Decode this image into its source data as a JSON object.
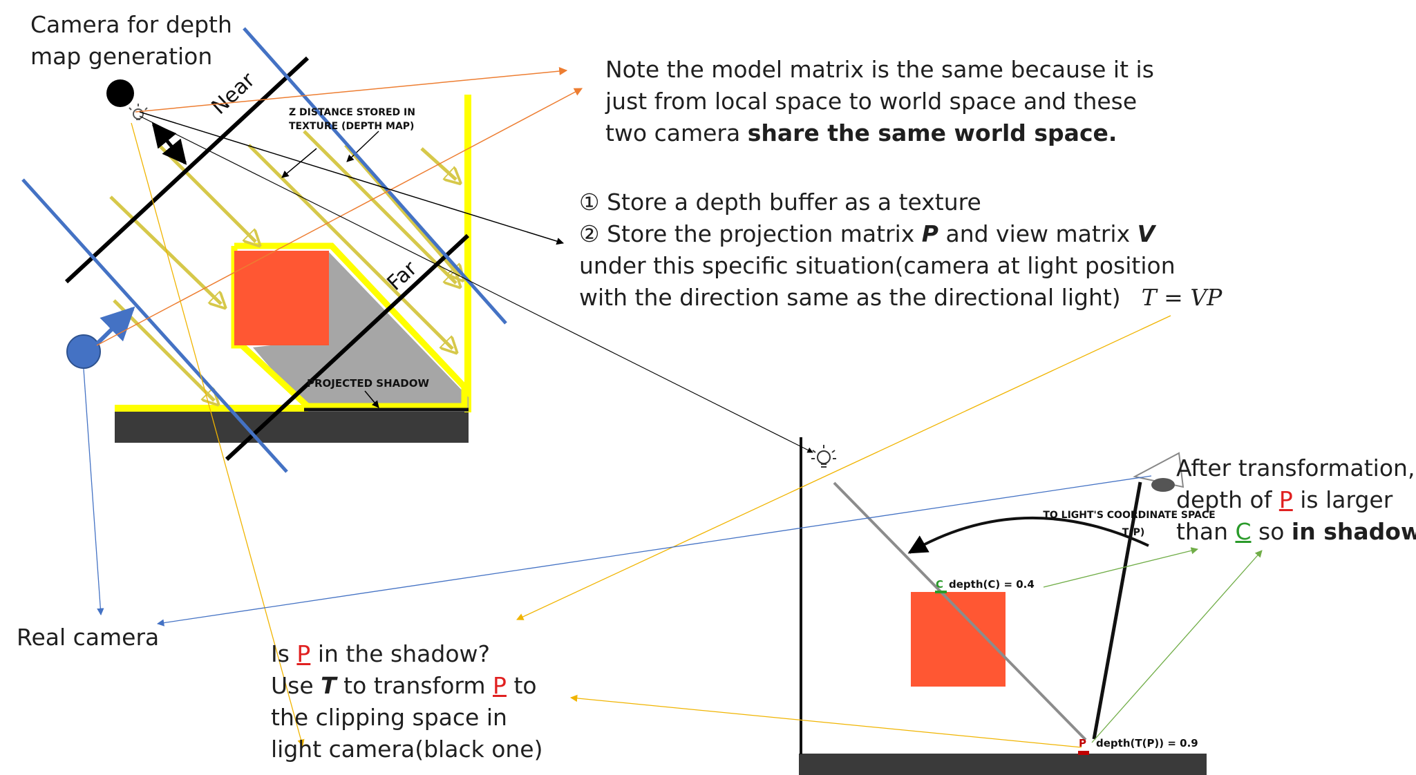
{
  "labels": {
    "camera_depth": [
      "Camera for depth",
      "map generation"
    ],
    "near": "Near",
    "far": "Far",
    "z_distance": [
      "Z DISTANCE STORED IN",
      "TEXTURE (DEPTH MAP)"
    ],
    "projected_shadow": "PROJECTED SHADOW",
    "real_camera": "Real camera",
    "to_light_space": [
      "TO LIGHT'S COORDINATE SPACE",
      "T(P)"
    ],
    "depth_c": "depth(C) = 0.4",
    "depth_tp": "depth(T(P)) = 0.9",
    "c_letter": "C",
    "p_letter": "P"
  },
  "note": {
    "line1": "Note the model matrix is the same because it is",
    "line2": "just from local space to world space and these",
    "line3_plain": "two camera ",
    "line3_bold": "share the same world space."
  },
  "steps": {
    "s1": "① Store a depth buffer as a texture",
    "s2_a": "② Store the projection matrix ",
    "s2_p": "P",
    "s2_b": " and view matrix ",
    "s2_v": "V",
    "s3": "under this specific situation(camera at light position",
    "s4": "with the direction same as the directional light)",
    "formula": "T = VP"
  },
  "question": {
    "l1_a": "Is ",
    "l1_p": "P",
    "l1_b": " in the shadow?",
    "l2_a": "Use ",
    "l2_t": "T",
    "l2_b": " to transform ",
    "l2_p": "P",
    "l2_c": " to",
    "l3": "the clipping space in",
    "l4": "light camera(black one)"
  },
  "conclusion": {
    "l1": "After transformation,",
    "l2_a": "depth of ",
    "l2_p": "P",
    "l2_b": " is larger",
    "l3_a": "than ",
    "l3_c": "C",
    "l3_b": " so ",
    "l3_bold": "in shadow"
  },
  "colors": {
    "red_box": "#ff5733",
    "yellow": "#ffff00",
    "blue_line": "#4472c4",
    "orange_arrow": "#ed7d31",
    "ground": "#3a3a3a",
    "shadow": "#a6a6a6"
  }
}
